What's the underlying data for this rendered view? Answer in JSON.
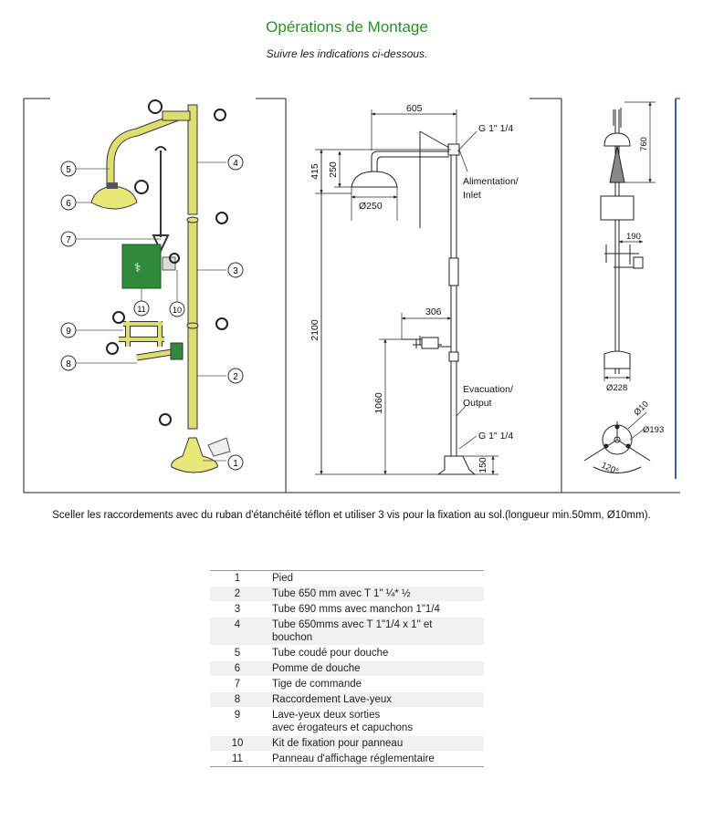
{
  "header": {
    "title": "Opérations de Montage",
    "subtitle": "Suivre les indications ci-dessous."
  },
  "exploded_view": {
    "callouts": [
      "1",
      "2",
      "3",
      "4",
      "5",
      "6",
      "7",
      "8",
      "9",
      "10",
      "11"
    ]
  },
  "front_view": {
    "dim_605": "605",
    "thread_top": "G 1\" 1/4",
    "dim_415": "415",
    "dim_250": "250",
    "inlet_label_1": "Alimentation/",
    "inlet_label_2": "Inlet",
    "dia_250": "Ø250",
    "dim_306": "306",
    "dim_2100": "2100",
    "dim_1060": "1060",
    "outlet_label_1": "Evacuation/",
    "outlet_label_2": "Output",
    "thread_bottom": "G 1\" 1/4",
    "dim_150": "150"
  },
  "side_view": {
    "dim_760": "760",
    "dim_190": "190",
    "dia_228": "Ø228",
    "dia_10": "Ø10",
    "dia_193": "Ø193",
    "angle_120": "120°"
  },
  "caption": "Sceller les raccordements avec du ruban d'étanchéité téflon et utiliser 3 vis pour la fixation au sol.(longueur min.50mm, Ø10mm).",
  "parts": [
    {
      "num": "1",
      "lines": [
        "Pied"
      ]
    },
    {
      "num": "2",
      "lines": [
        "Tube 650 mm avec T 1\" ¼* ½"
      ]
    },
    {
      "num": "3",
      "lines": [
        "Tube 690 mms avec manchon 1\"1/4"
      ]
    },
    {
      "num": "4",
      "lines": [
        "Tube 650mms avec T 1\"1/4 x 1\" et",
        "bouchon"
      ]
    },
    {
      "num": "5",
      "lines": [
        "Tube coudé pour douche"
      ]
    },
    {
      "num": "6",
      "lines": [
        "Pomme de douche"
      ]
    },
    {
      "num": "7",
      "lines": [
        "Tige de commande"
      ]
    },
    {
      "num": "8",
      "lines": [
        "Raccordement Lave-yeux"
      ]
    },
    {
      "num": "9",
      "lines": [
        "Lave-yeux deux sorties",
        "avec érogateurs et capuchons"
      ]
    },
    {
      "num": "10",
      "lines": [
        "Kit de fixation pour panneau"
      ]
    },
    {
      "num": "11",
      "lines": [
        "Panneau d'affichage réglementaire"
      ]
    }
  ]
}
